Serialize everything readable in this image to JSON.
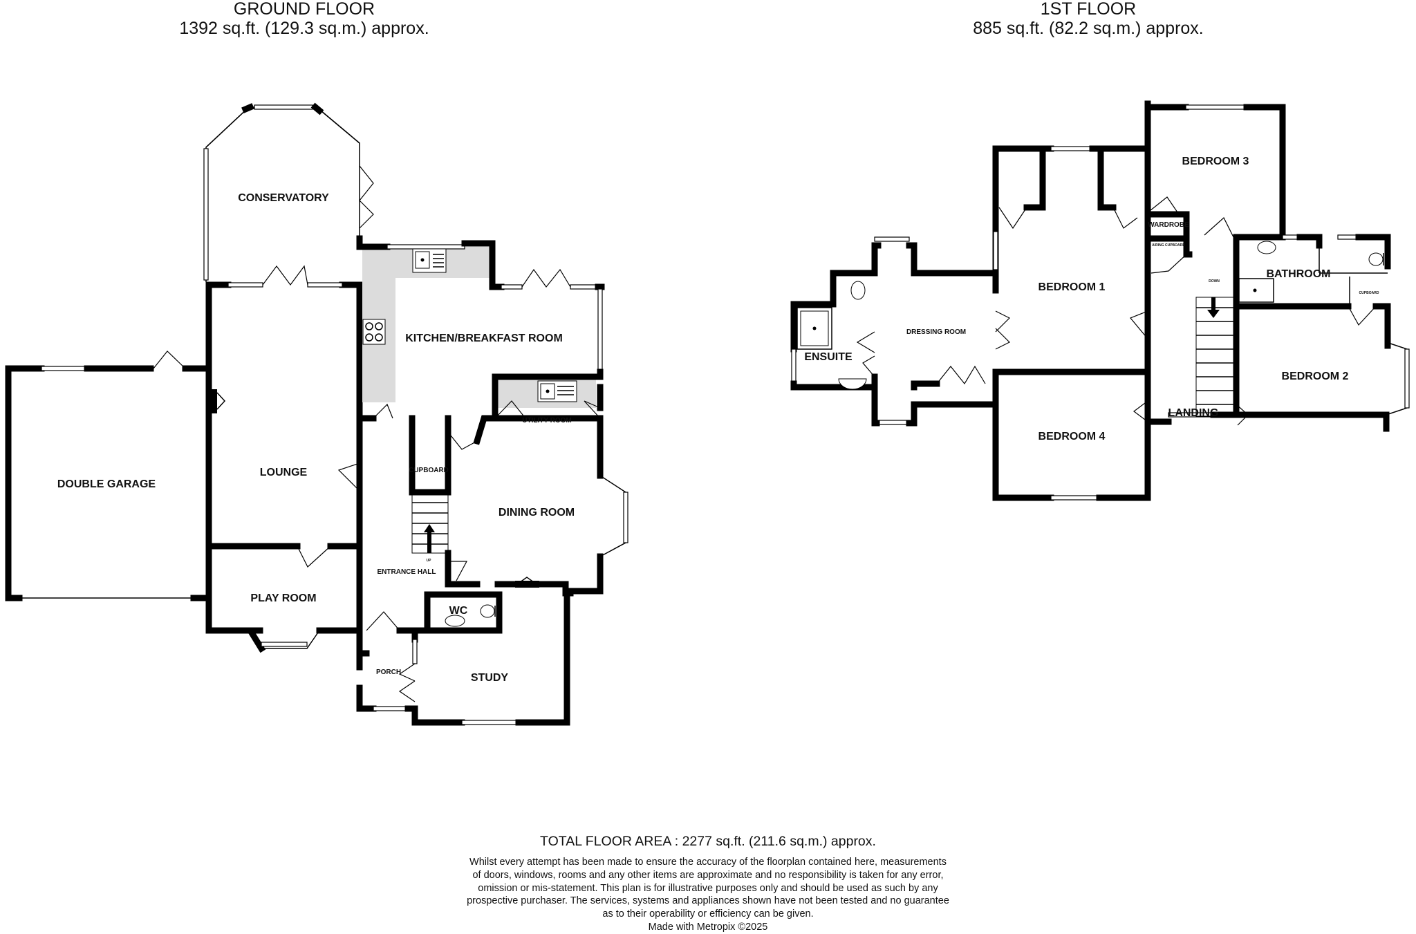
{
  "ground_floor": {
    "title": "GROUND FLOOR",
    "area": "1392 sq.ft. (129.3 sq.m.) approx.",
    "rooms": {
      "conservatory": "CONSERVATORY",
      "kitchen": "KITCHEN/BREAKFAST ROOM",
      "utility": "UTILITY ROOM",
      "lounge": "LOUNGE",
      "double_garage": "DOUBLE GARAGE",
      "cupboard": "CUPBOARD",
      "dining": "DINING ROOM",
      "up": "UP",
      "entrance_hall": "ENTRANCE HALL",
      "play_room": "PLAY ROOM",
      "wc": "WC",
      "porch": "PORCH",
      "study": "STUDY"
    }
  },
  "first_floor": {
    "title": "1ST FLOOR",
    "area": "885 sq.ft. (82.2 sq.m.) approx.",
    "rooms": {
      "bedroom3": "BEDROOM 3",
      "wardrobe": "WARDROBE",
      "airing_cupboard": "AIRING CUPBOARD",
      "bedroom1": "BEDROOM 1",
      "down": "DOWN",
      "bathroom": "BATHROOM",
      "cupboard": "CUPBOARD",
      "dressing_room": "DRESSING ROOM",
      "ensuite": "ENSUITE",
      "bedroom2": "BEDROOM 2",
      "landing": "LANDING",
      "bedroom4": "BEDROOM 4"
    }
  },
  "footer": {
    "total": "TOTAL FLOOR AREA : 2277 sq.ft. (211.6 sq.m.) approx.",
    "disclaimer": [
      "Whilst every attempt has been made to ensure the accuracy of the floorplan contained here, measurements",
      "of doors, windows, rooms and any other items are approximate and no responsibility is taken for any error,",
      "omission or mis-statement. This plan is for illustrative purposes only and should be used as such by any",
      "prospective purchaser. The services, systems and appliances shown have not been tested and no guarantee",
      "as to their operability or efficiency can be given."
    ],
    "credit": "Made with Metropix ©2025"
  }
}
